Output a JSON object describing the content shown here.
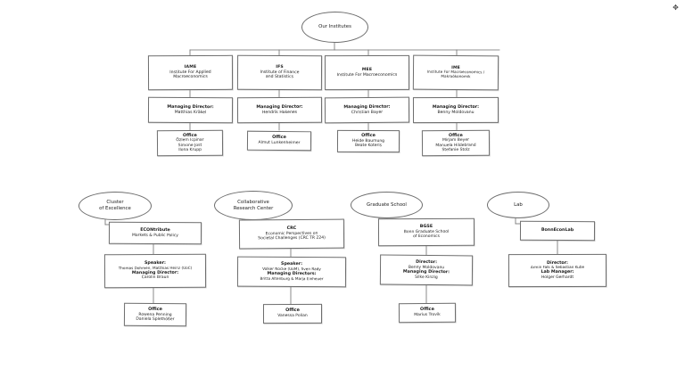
{
  "diagram": {
    "title": "Our Institutes",
    "root": {
      "label": "Our Institutes"
    },
    "style": {
      "stroke": "#6d6d6d",
      "text": "#1b1b1b",
      "background": "#ffffff"
    }
  },
  "institutes": [
    {
      "tag": "IAME",
      "name_line1": "Institute For Applied",
      "name_line2": "Macroeconomics",
      "director_role": "Managing Director:",
      "director_name": "Matthias Kräkel",
      "office_label": "Office",
      "office_people": [
        "Özlem Icpinar",
        "Simone Jost",
        "Ilona Krupp"
      ]
    },
    {
      "tag": "IFS",
      "name_line1": "Institute of Finance",
      "name_line2": "and Statistics",
      "director_role": "Managing Director:",
      "director_name": "Hendrik Hakenes",
      "office_label": "Office",
      "office_people": [
        "Almut Lunkenheimer"
      ]
    },
    {
      "tag": "MEE",
      "name_line1": "Institute For Macroeconomics",
      "name_line2": "",
      "director_role": "Managing Director:",
      "director_name": "Christian Bayer",
      "office_label": "Office",
      "office_people": [
        "Heide Baumung",
        "Beate Koteris"
      ]
    },
    {
      "tag": "IME",
      "name_line1": "Institute For Macroeconomics /",
      "name_line2": "Makroökonomik",
      "director_role": "Managing Director:",
      "director_name": "Benny Moldovanu",
      "office_label": "Office",
      "office_people": [
        "Mirjam Beyer",
        "Manuela Hildebrand",
        "Stefanie Stolz"
      ]
    }
  ],
  "units": [
    {
      "ellipse_line1": "Cluster",
      "ellipse_line2": "of Excellence",
      "tag": "ECONtribute",
      "subtitle_line1": "Markets & Public Policy",
      "subtitle_line2": "",
      "lead_role1": "Speaker:",
      "lead_name1": "Thomas Dohmen, Matthias Heinz (UoC)",
      "lead_role2": "Managing Director:",
      "lead_name2": "Carolin Braun",
      "office_label": "Office",
      "office_people": [
        "Rowena Penning",
        "Daniela Splethößer"
      ]
    },
    {
      "ellipse_line1": "Collaborative",
      "ellipse_line2": "Research Center",
      "tag": "CRC",
      "subtitle_line1": "Economic Perspectives on",
      "subtitle_line2": "Societal Challenges (CRC TR 224)",
      "lead_role1": "Speaker:",
      "lead_name1": "Volker Nocke (UoM), Sven Rady",
      "lead_role2": "Managing Directors:",
      "lead_name2": "Britta Altenburg & Marja Einheuer",
      "office_label": "Office",
      "office_people": [
        "Vanessa Polian"
      ]
    },
    {
      "ellipse_line1": "Graduate School",
      "ellipse_line2": "",
      "tag": "BGSE",
      "subtitle_line1": "Bonn Graduate School",
      "subtitle_line2": "of Economics",
      "lead_role1": "Director:",
      "lead_name1": "Benny Moldovanu",
      "lead_role2": "Managing Director:",
      "lead_name2": "Silke Kinzig",
      "office_label": "Office",
      "office_people": [
        "Marius Trovik"
      ]
    },
    {
      "ellipse_line1": "Lab",
      "ellipse_line2": "",
      "tag": "BonnEconLab",
      "subtitle_line1": "",
      "subtitle_line2": "",
      "lead_role1": "Director:",
      "lead_name1": "Armin Falk & Sebastian Kube",
      "lead_role2": "Lab Manager:",
      "lead_name2": "Holger Gerhardt",
      "office_label": "",
      "office_people": []
    }
  ]
}
